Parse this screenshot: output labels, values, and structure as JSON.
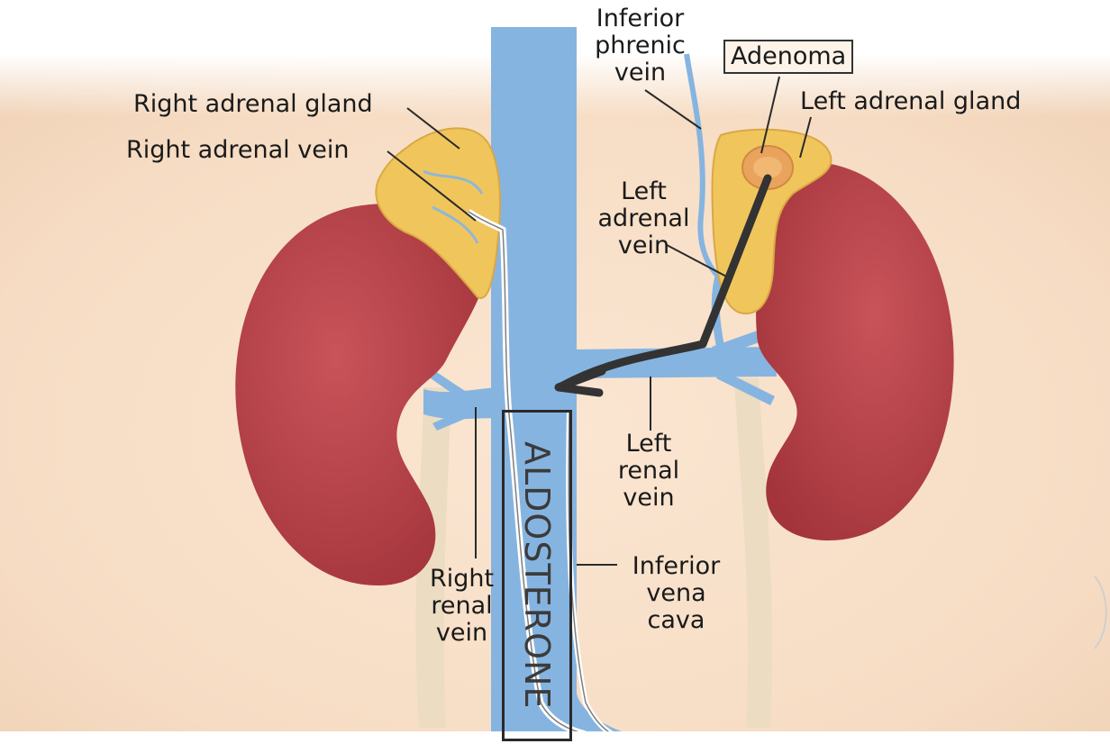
{
  "labels": {
    "right_adrenal_gland": "Right adrenal gland",
    "right_adrenal_vein": "Right adrenal vein",
    "inferior_phrenic_vein": [
      "Inferior",
      "phrenic",
      "vein"
    ],
    "adenoma": "Adenoma",
    "left_adrenal_gland": "Left adrenal gland",
    "left_adrenal_vein": [
      "Left",
      "adrenal",
      "vein"
    ],
    "left_renal_vein": [
      "Left",
      "renal",
      "vein"
    ],
    "right_renal_vein": [
      "Right",
      "renal",
      "vein"
    ],
    "inferior_vena_cava": [
      "Inferior",
      "vena",
      "cava"
    ],
    "aldosterone": "ALDOSTERONE"
  },
  "colors": {
    "skin": "#f6dcc3",
    "kidney": "#b83f46",
    "adrenal": "#f0c65c",
    "vein": "#86b4e0",
    "ureter": "#ecdcc2",
    "arrow": "#333333"
  }
}
